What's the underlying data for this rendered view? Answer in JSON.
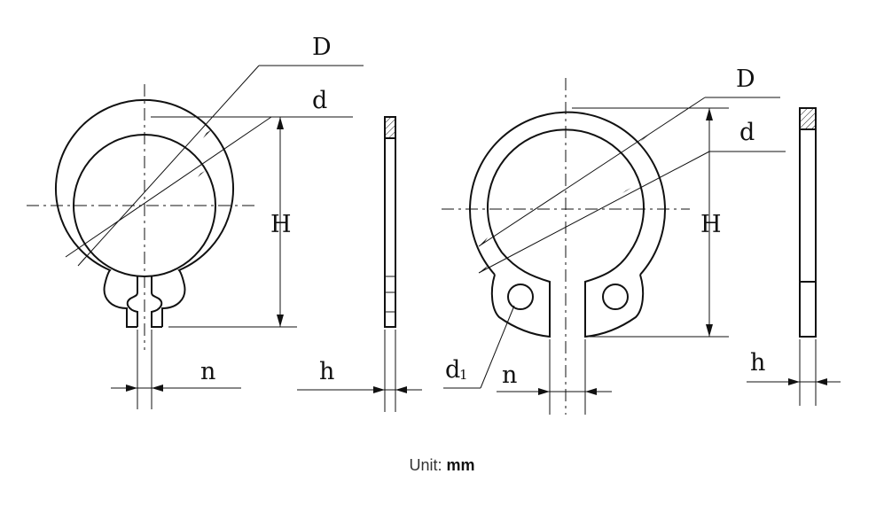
{
  "diagram": {
    "left_ring": {
      "label_D": "D",
      "label_d": "d",
      "label_H": "H",
      "label_n": "n",
      "label_h": "h"
    },
    "right_ring": {
      "label_D": "D",
      "label_d": "d",
      "label_H": "H",
      "label_n": "n",
      "label_h": "h",
      "label_d1": "d",
      "label_d1_sub": "1"
    }
  },
  "footer": {
    "unit_label": "Unit:",
    "unit_value": "mm"
  }
}
